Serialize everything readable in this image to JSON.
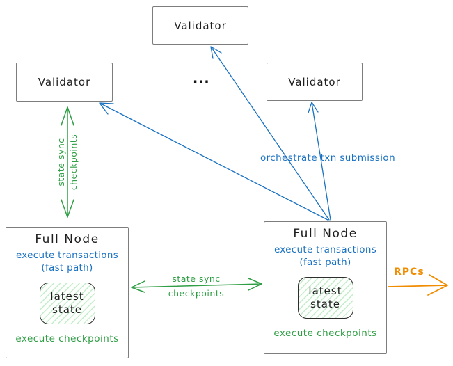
{
  "colors": {
    "blue": "#1971c2",
    "green": "#2f9e44",
    "orange": "#f08c00",
    "ink": "#1d1d1d",
    "box_border": "#7d7d7d"
  },
  "validators": {
    "top": "Validator",
    "left": "Validator",
    "right": "Validator",
    "ellipsis": "..."
  },
  "full_node_left": {
    "title": "Full Node",
    "exec_txn": "execute transactions",
    "fast_path": "(fast path)",
    "state_line1": "latest",
    "state_line2": "state",
    "footer": "execute checkpoints"
  },
  "full_node_right": {
    "title": "Full Node",
    "exec_txn": "execute transactions",
    "fast_path": "(fast path)",
    "state_line1": "latest",
    "state_line2": "state",
    "footer": "execute checkpoints"
  },
  "arrows": {
    "left_sync": {
      "line1": "state sync",
      "line2": "checkpoints"
    },
    "mid_sync": {
      "line1": "state sync",
      "line2": "checkpoints"
    },
    "orchestrate": "orchestrate txn submission",
    "rpc": "RPCs"
  }
}
